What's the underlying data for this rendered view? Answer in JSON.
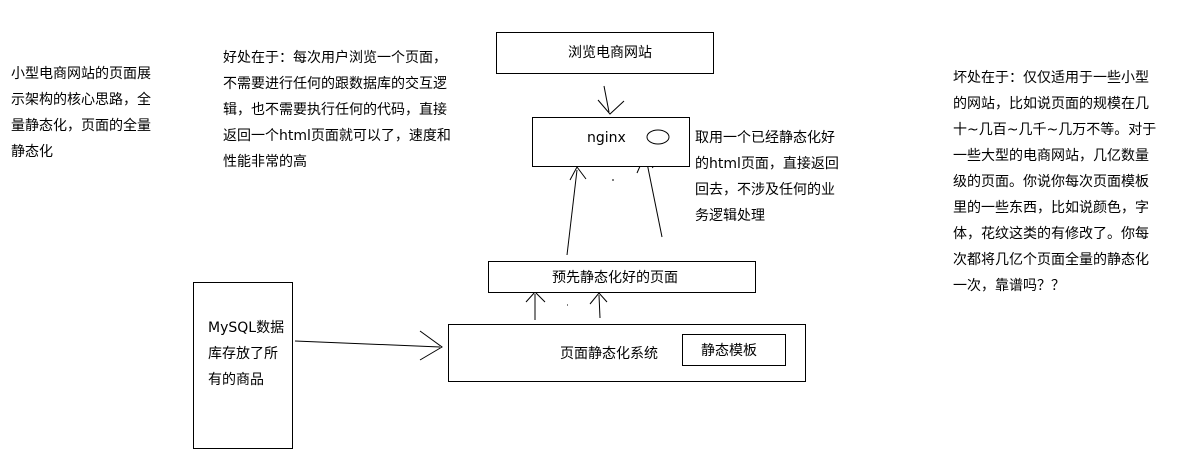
{
  "notes": {
    "left": "小型电商网站的页面展示架构的核心思路，全量静态化，页面的全量静态化",
    "good": "好处在于：每次用户浏览一个页面，不需要进行任何的跟数据库的交互逻辑，也不需要执行任何的代码，直接返回一个html页面就可以了，速度和性能非常的高",
    "nginx_desc": "取用一个已经静态化好的html页面，直接返回回去，不涉及任何的业务逻辑处理",
    "bad": "坏处在于：仅仅适用于一些小型的网站，比如说页面的规模在几十~几百~几千~几万不等。对于一些大型的电商网站，几亿数量级的页面。你说你每次页面模板里的一些东西，比如说颜色，字体，花纹这类的有修改了。你每次都将几亿个页面全量的静态化一次，靠谱吗？？"
  },
  "boxes": {
    "browse": "浏览电商网站",
    "nginx": "nginx",
    "prestatic": "预先静态化好的页面",
    "system": "页面静态化系统",
    "template": "静态模板",
    "mysql": "MySQL数据库存放了所有的商品"
  }
}
